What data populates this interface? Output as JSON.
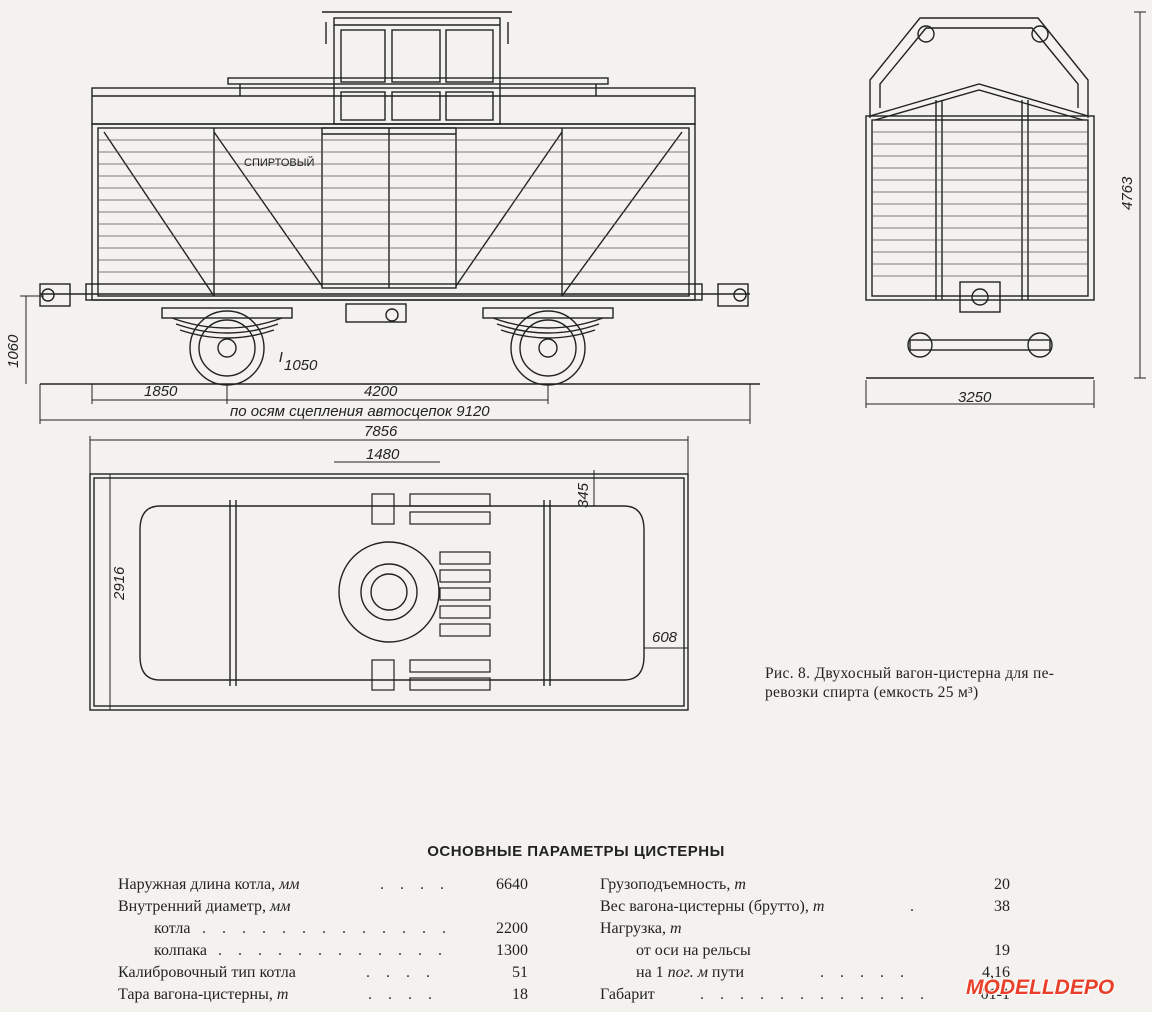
{
  "drawing": {
    "side_label": "СПИРТОВЫЙ",
    "dims": {
      "wheel_dia": "1050",
      "height_1060": "1060",
      "overhang": "1850",
      "base": "4200",
      "coupler_note": "по осям сцепления автосцепок 9120",
      "total": "7856",
      "width_end": "3250",
      "height_total": "4763",
      "dome_offset": "1480",
      "step": "345",
      "width_plan": "2916",
      "end_offset": "608"
    }
  },
  "caption": {
    "line1": "Рис. 8. Двухосный вагон-цистерна для пе-",
    "line2": "ревозки спирта (емкость 25 м³)"
  },
  "params": {
    "title": "ОСНОВНЫЕ ПАРАМЕТРЫ ЦИСТЕРНЫ",
    "left": [
      {
        "label": "Наружная длина котла, ",
        "unit": "мм",
        "value": "6640",
        "indent": false
      },
      {
        "label": "Внутренний диаметр, ",
        "unit": "мм",
        "value": "",
        "indent": false
      },
      {
        "label": "котла",
        "unit": "",
        "value": "2200",
        "indent": true
      },
      {
        "label": "колпака",
        "unit": "",
        "value": "1300",
        "indent": true
      },
      {
        "label": "Калибровочный тип котла",
        "unit": "",
        "value": "51",
        "indent": false
      },
      {
        "label": "Тара вагона-цистерны, ",
        "unit": "т",
        "value": "18",
        "indent": false
      }
    ],
    "right": [
      {
        "label": "Грузоподъемность, ",
        "unit": "т",
        "value": "20",
        "indent": false
      },
      {
        "label": "Вес вагона-цистерны (брутто), ",
        "unit": "т",
        "value": "38",
        "indent": false
      },
      {
        "label": "Нагрузка, ",
        "unit": "т",
        "value": "",
        "indent": false
      },
      {
        "label": "от оси на рельсы",
        "unit": "",
        "value": "19",
        "indent": true
      },
      {
        "label": "на 1 ",
        "unit": "пог. м",
        "label2": " пути",
        "value": "4,16",
        "indent": true
      },
      {
        "label": "Габарит",
        "unit": "",
        "value": "01-1",
        "indent": false
      }
    ]
  },
  "watermark": "MODELLDEPO"
}
